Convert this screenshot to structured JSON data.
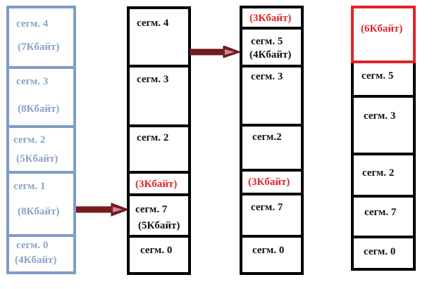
{
  "columns": [
    {
      "cells": [
        {
          "name": "сегм. 4",
          "size": "(7Кбайт)"
        },
        {
          "name": "сегм. 3",
          "size": "(8Кбайт)"
        },
        {
          "name": "сегм. 2",
          "size": "(5Кбайт)"
        },
        {
          "name": "сегм. 1",
          "size": "(8Кбайт)"
        },
        {
          "name": "сегм. 0",
          "size": "(4Кбайт)"
        }
      ]
    },
    {
      "cells": [
        {
          "name": "сегм. 4"
        },
        {
          "name": "сегм. 3"
        },
        {
          "name": "сегм. 2"
        },
        {
          "free": "(3Кбайт)"
        },
        {
          "name": "сегм. 7",
          "size": "(5Кбайт)"
        },
        {
          "name": "сегм. 0"
        }
      ]
    },
    {
      "cells": [
        {
          "free": "(3Кбайт)"
        },
        {
          "name": "сегм. 5",
          "size": "(4Кбайт)"
        },
        {
          "name": "сегм. 3"
        },
        {
          "name": "сегм.2"
        },
        {
          "free": "(3Кбайт)"
        },
        {
          "name": "сегм. 7"
        },
        {
          "name": "сегм. 0"
        }
      ]
    },
    {
      "cells": [
        {
          "free": "(6Кбайт)"
        },
        {
          "name": "сегм. 5"
        },
        {
          "name": "сегм. 3"
        },
        {
          "name": "сегм. 2"
        },
        {
          "name": "сегм. 7"
        },
        {
          "name": "сегм. 0"
        }
      ]
    }
  ],
  "colors": {
    "first_column": "#7f9dc6",
    "free_space": "#e0242a",
    "arrow": "#7a1a1f",
    "border": "#000000"
  }
}
